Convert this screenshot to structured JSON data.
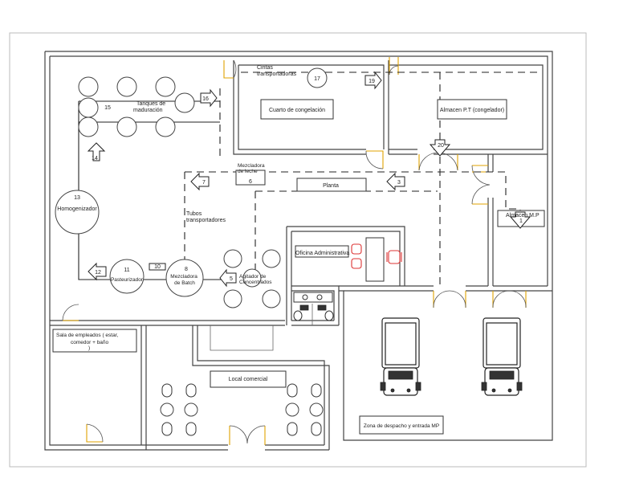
{
  "labels": {
    "cintas": "Cintas\ntransportadoras",
    "cuarto": "Cuarto de congelación",
    "almacen_pt": "Almacen P.T (congelador)",
    "tanques": "Tanques de\nmaduración",
    "mezcladora_leche": "Mezcladora\nde leche",
    "planta": "Planta",
    "homogenizador": "Homogenizador",
    "tubos": "Tubos\ntransportadores",
    "almacen_mp": "Almacen M.P",
    "oficina": "Oficina Administrativa",
    "pasteurizador": "Pasteurizador",
    "mezcladora_batch": "Mezcladora\nde Batch",
    "agitador": "Agitador de\nConcentrados",
    "sala": "Sala de empleados ( estar,\ncomedor + baño\n)",
    "local": "Local comercial",
    "zona": "Zona de despacho y entrada MP"
  },
  "numbers": {
    "n1": "1",
    "n3": "3",
    "n5": "5",
    "n6": "6",
    "n7": "7",
    "n8": "8",
    "n10": "10",
    "n11": "11",
    "n12": "12",
    "n13": "13",
    "n14": "14",
    "n15": "15",
    "n16": "16",
    "n17": "17",
    "n19": "19",
    "n20": "20"
  }
}
